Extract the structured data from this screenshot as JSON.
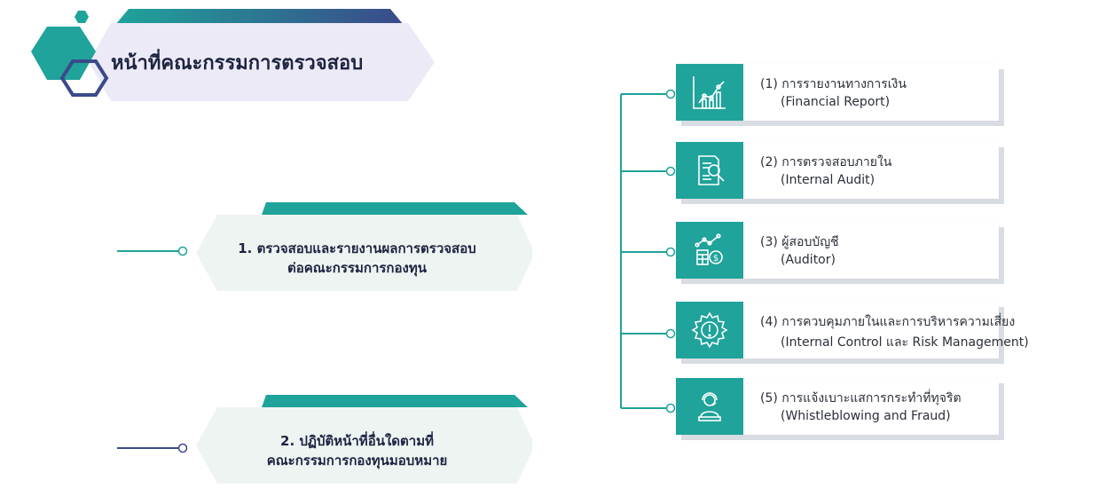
{
  "title": "หน้าที่คณะกรรมการตรวจสอบ",
  "main_items": [
    {
      "line1": "1. ตรวจสอบและรายงานผลการตรวจสอบ",
      "line2": "ต่อคณะกรรมการกองทุน"
    },
    {
      "line1": "2. ปฏิบัติหน้าที่อื่นใดตามที่",
      "line2": "คณะกรรมการกองทุนมอบหมาย"
    }
  ],
  "sub_items": [
    {
      "line1": "(1) การรายงานทางการเงิน",
      "line2": "(Financial Report)",
      "icon": "chart-icon"
    },
    {
      "line1": "(2) การตรวจสอบภายใน",
      "line2": "(Internal Audit)",
      "icon": "document-search-icon"
    },
    {
      "line1": "(3) ผู้สอบบัญชี",
      "line2": "(Auditor)",
      "icon": "calculator-money-icon"
    },
    {
      "line1": "(4) การควบคุมภายในและการบริหารความเสี่ยง",
      "line2": "(Internal Control และ Risk Management)",
      "icon": "gear-alert-icon"
    },
    {
      "line1": "(5) การแจ้งเบาะแสการกระทำที่ทุจริต",
      "line2": "(Whistleblowing and Fraud)",
      "icon": "operator-icon"
    }
  ],
  "colors": {
    "teal": "#1fa39a",
    "navy": "#3a4a8a",
    "lavender": "#eceaf6",
    "mint": "#eef4f1"
  }
}
